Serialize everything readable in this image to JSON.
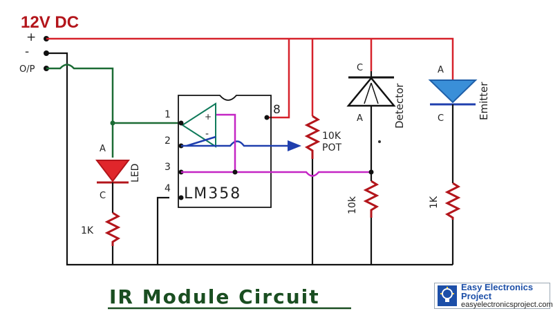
{
  "supply": {
    "label": "12V DC",
    "terminal_plus": "+",
    "terminal_minus": "-",
    "terminal_out": "O/P"
  },
  "ic": {
    "name": "LM358",
    "pins": [
      "1",
      "2",
      "3",
      "4",
      "8"
    ],
    "opamp_plus": "+",
    "opamp_minus": "-"
  },
  "led": {
    "anode": "A",
    "cathode": "C",
    "label": "LED",
    "color": "#e0262b"
  },
  "resistors": {
    "led_resistor": "1K",
    "pot_value": "10K",
    "pot_label": "POT",
    "detector_resistor": "10k",
    "emitter_resistor": "1K",
    "color": "#b3151b"
  },
  "detector": {
    "anode": "A",
    "cathode": "C",
    "label": "Detector",
    "color": "#111111"
  },
  "emitter": {
    "anode": "A",
    "cathode": "C",
    "label": "Emitter",
    "color": "#3a8fd8"
  },
  "title": "IR Module Circuit",
  "brand": {
    "name": "Easy Electronics Project",
    "url": "easyelectronicsproject.com"
  },
  "wire_colors": {
    "vcc": "#d6212a",
    "ground": "#111111",
    "output": "#1b6b34",
    "reference": "#1f3fae",
    "sense": "#c425c4"
  }
}
